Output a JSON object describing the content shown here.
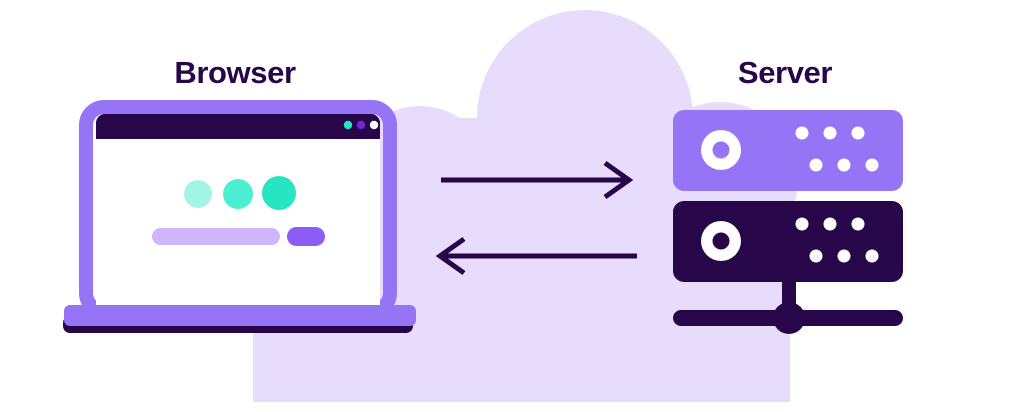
{
  "diagram": {
    "title_browser": "Browser",
    "title_server": "Server",
    "background_color": "#ffffff",
    "cloud_color": "#E7DCFB",
    "dark_purple": "#27064A",
    "mid_purple": "#9575F5",
    "light_purple": "#CDB6FB",
    "bright_purple": "#8B5CF6",
    "white": "#FFFFFF"
  },
  "browser": {
    "label": "Browser",
    "frame_color": "#9575F5",
    "titlebar_color": "#27064A",
    "screen_color": "#FFFFFF",
    "base_top_color": "#9575F5",
    "base_bottom_color": "#27064A",
    "titlebar_dots": [
      {
        "name": "titlebar-dot-teal",
        "color": "#27E5C3"
      },
      {
        "name": "titlebar-dot-purple",
        "color": "#6D28D9"
      },
      {
        "name": "titlebar-dot-white",
        "color": "#FFFFFF"
      }
    ],
    "content_dots": [
      {
        "name": "content-dot-1",
        "color": "#A3F5E3"
      },
      {
        "name": "content-dot-2",
        "color": "#4DEFD2"
      },
      {
        "name": "content-dot-3",
        "color": "#27E5C3"
      }
    ],
    "input_bar": {
      "name": "input-bar",
      "color": "#CDB6FB"
    },
    "submit_pill": {
      "name": "submit-pill",
      "color": "#8B5CF6"
    }
  },
  "server": {
    "label": "Server",
    "units": [
      {
        "name": "server-unit-top",
        "color": "#9575F5",
        "indicator_color": "#FFFFFF",
        "vent_dot_color": "#FFFFFF",
        "vent_rows": 2,
        "vent_dots_per_row": 3
      },
      {
        "name": "server-unit-bottom",
        "color": "#27064A",
        "indicator_color": "#FFFFFF",
        "vent_dot_color": "#FFFFFF",
        "vent_rows": 2,
        "vent_dots_per_row": 3
      }
    ],
    "stand_color": "#27064A"
  },
  "arrows": [
    {
      "name": "arrow-request",
      "direction": "right",
      "color": "#27064A",
      "description": "request from browser to server"
    },
    {
      "name": "arrow-response",
      "direction": "left",
      "color": "#27064A",
      "description": "response from server to browser"
    }
  ]
}
